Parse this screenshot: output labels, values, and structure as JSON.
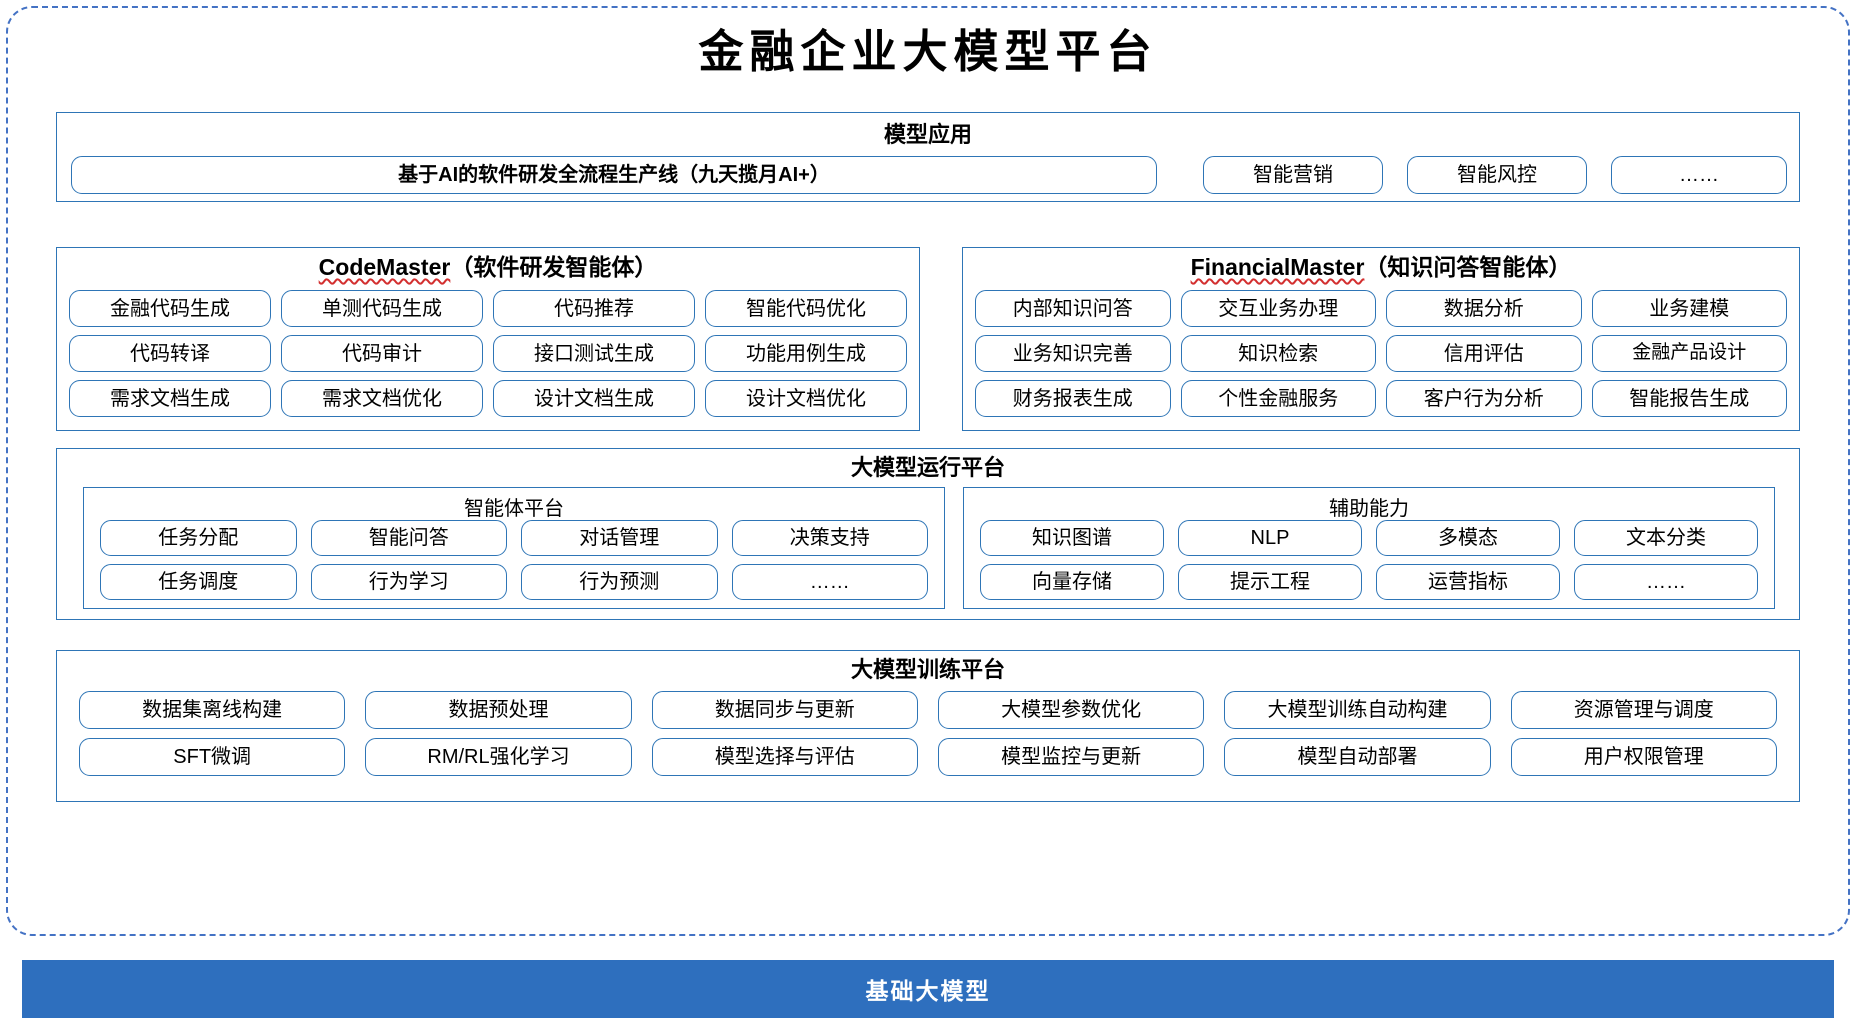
{
  "colors": {
    "frame_dashed": "#4472C4",
    "box_border": "#2E75B6",
    "pill_border": "#2E75B6",
    "base_bar_bg": "#2E6FBE",
    "spellcheck_underline": "#d32f2f",
    "text": "#000000"
  },
  "title": "金融企业大模型平台",
  "application_layer": {
    "title": "模型应用",
    "items": [
      "基于AI的软件研发全流程生产线（九天揽月AI+）",
      "智能营销",
      "智能风控",
      "……"
    ]
  },
  "agents": [
    {
      "name_en": "CodeMaster",
      "name_cn": "（软件研发智能体）",
      "rows": [
        [
          "金融代码生成",
          "单测代码生成",
          "代码推荐",
          "智能代码优化"
        ],
        [
          "代码转译",
          "代码审计",
          "接口测试生成",
          "功能用例生成"
        ],
        [
          "需求文档生成",
          "需求文档优化",
          "设计文档生成",
          "设计文档优化"
        ]
      ]
    },
    {
      "name_en": "FinancialMaster",
      "name_cn": "（知识问答智能体）",
      "rows": [
        [
          "内部知识问答",
          "交互业务办理",
          "数据分析",
          "业务建模"
        ],
        [
          "业务知识完善",
          "知识检索",
          "信用评估",
          "金融产品设计"
        ],
        [
          "财务报表生成",
          "个性金融服务",
          "客户行为分析",
          "智能报告生成"
        ]
      ]
    }
  ],
  "runtime_platform": {
    "title": "大模型运行平台",
    "subsections": [
      {
        "title": "智能体平台",
        "rows": [
          [
            "任务分配",
            "智能问答",
            "对话管理",
            "决策支持"
          ],
          [
            "任务调度",
            "行为学习",
            "行为预测",
            "……"
          ]
        ]
      },
      {
        "title": "辅助能力",
        "rows": [
          [
            "知识图谱",
            "NLP",
            "多模态",
            "文本分类"
          ],
          [
            "向量存储",
            "提示工程",
            "运营指标",
            "……"
          ]
        ]
      }
    ]
  },
  "training_platform": {
    "title": "大模型训练平台",
    "rows": [
      [
        "数据集离线构建",
        "数据预处理",
        "数据同步与更新",
        "大模型参数优化",
        "大模型训练自动构建",
        "资源管理与调度"
      ],
      [
        "SFT微调",
        "RM/RL强化学习",
        "模型选择与评估",
        "模型监控与更新",
        "模型自动部署",
        "用户权限管理"
      ]
    ]
  },
  "base_model_bar": {
    "label": "基础大模型"
  }
}
